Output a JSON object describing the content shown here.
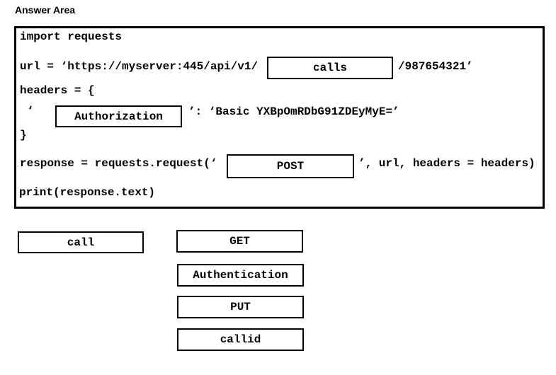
{
  "title": "Answer Area",
  "answer_area": {
    "line_import": "import requests",
    "url_before": "url = ‘https://myserver:445/api/v1/",
    "url_blank": "calls",
    "url_after": "/987654321’",
    "headers_open": "headers = {",
    "auth_tick": "‘",
    "auth_blank": "Authorization",
    "auth_after": "’: ‘Basic YXBpOmRDbG91ZDEyMyE=’",
    "headers_close": "}",
    "response_before": "response = requests.request(‘",
    "response_blank": "POST",
    "response_after": "’, url, headers = headers)",
    "line_print": "print(response.text)"
  },
  "options": {
    "left": [
      {
        "label": "call"
      }
    ],
    "right": [
      {
        "label": "GET"
      },
      {
        "label": "Authentication"
      },
      {
        "label": "PUT"
      },
      {
        "label": "callid"
      }
    ]
  },
  "colors": {
    "text": "#000000",
    "border": "#000000",
    "background": "#ffffff"
  }
}
